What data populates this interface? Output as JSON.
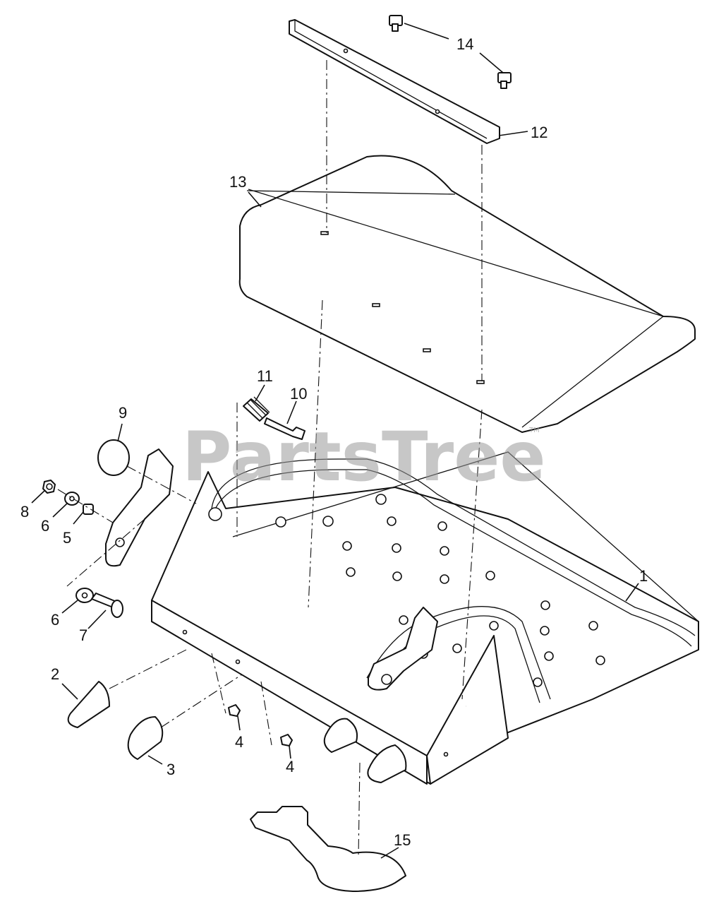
{
  "watermark": {
    "text": "PartsTree",
    "trademark": "TM"
  },
  "callouts": [
    {
      "id": "1",
      "part": "floor-pan-frame"
    },
    {
      "id": "2",
      "part": "rubber-bumper"
    },
    {
      "id": "3",
      "part": "rubber-bumper"
    },
    {
      "id": "4",
      "part": "flange-nut"
    },
    {
      "id": "4",
      "part": "flange-nut"
    },
    {
      "id": "5",
      "part": "spacer-bushing"
    },
    {
      "id": "6",
      "part": "flat-washer"
    },
    {
      "id": "6",
      "part": "flat-washer"
    },
    {
      "id": "7",
      "part": "carriage-bolt"
    },
    {
      "id": "8",
      "part": "hex-nut"
    },
    {
      "id": "9",
      "part": "knob"
    },
    {
      "id": "10",
      "part": "latch-pin"
    },
    {
      "id": "11",
      "part": "compression-spring"
    },
    {
      "id": "12",
      "part": "angle-bracket"
    },
    {
      "id": "13",
      "part": "floor-mat"
    },
    {
      "id": "14",
      "part": "flange-screw"
    },
    {
      "id": "15",
      "part": "decal"
    }
  ]
}
